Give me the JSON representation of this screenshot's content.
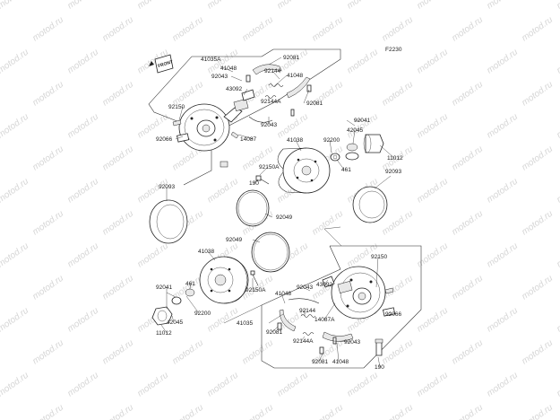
{
  "watermark": "motod.ru",
  "figure_code": "F2230",
  "front_label": "FRONT",
  "callouts": {
    "top_41035A": "41035A",
    "top_41048a": "41048",
    "top_92043a": "92043",
    "top_92081a": "92081",
    "top_92144": "92144",
    "top_41048b": "41048",
    "top_43092": "43092",
    "top_92144A": "92144A",
    "top_92081b": "92081",
    "top_92150": "92150",
    "top_92066": "92066",
    "top_14087": "14087",
    "top_92043b": "92043",
    "top_41038": "41038",
    "top_92200": "92200",
    "top_92041": "92041",
    "top_42045": "42045",
    "top_11012": "11012",
    "top_461": "461",
    "top_92150A": "92150A",
    "top_190": "190",
    "top_92093L": "92093",
    "top_92093R": "92093",
    "mid_92049a": "92049",
    "mid_92049b": "92049",
    "bot_41038": "41038",
    "bot_92150": "92150",
    "bot_92041": "92041",
    "bot_461": "461",
    "bot_92150A": "92150A",
    "bot_92200": "92200",
    "bot_42045": "42045",
    "bot_11012": "11012",
    "bot_41035": "41035",
    "bot_41048a": "41048",
    "bot_92043a": "92043",
    "bot_43092": "43092",
    "bot_92081a": "92081",
    "bot_92144": "92144",
    "bot_14087A": "14087A",
    "bot_92066": "92066",
    "bot_92144A": "92144A",
    "bot_92043b": "92043",
    "bot_92081b": "92081",
    "bot_41048b": "41048",
    "bot_190": "190"
  }
}
